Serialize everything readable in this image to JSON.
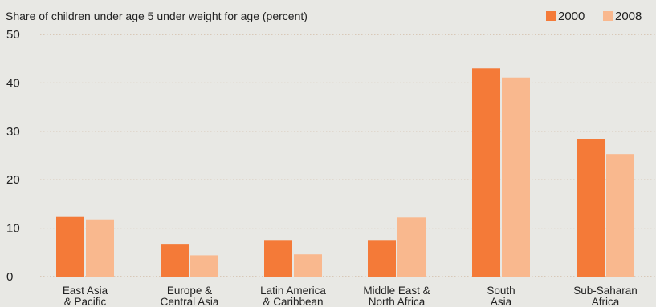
{
  "chart_data": {
    "type": "bar",
    "title": "Share of children under age 5 under weight for age (percent)",
    "xlabel": "",
    "ylabel": "",
    "ylim": [
      0,
      50
    ],
    "yticks": [
      0,
      10,
      20,
      30,
      40,
      50
    ],
    "grid": true,
    "legend_position": "top-right",
    "categories": [
      [
        "East Asia",
        "& Pacific"
      ],
      [
        "Europe &",
        "Central Asia"
      ],
      [
        "Latin America",
        "& Caribbean"
      ],
      [
        "Middle East &",
        "North Africa"
      ],
      [
        "South",
        "Asia"
      ],
      [
        "Sub-Saharan",
        "Africa"
      ]
    ],
    "series": [
      {
        "name": "2000",
        "color": "#f47a38",
        "values": [
          12.3,
          6.6,
          7.4,
          7.4,
          43.0,
          28.4
        ]
      },
      {
        "name": "2008",
        "color": "#f9b88e",
        "values": [
          11.8,
          4.4,
          4.6,
          12.2,
          41.1,
          25.3
        ]
      }
    ]
  }
}
